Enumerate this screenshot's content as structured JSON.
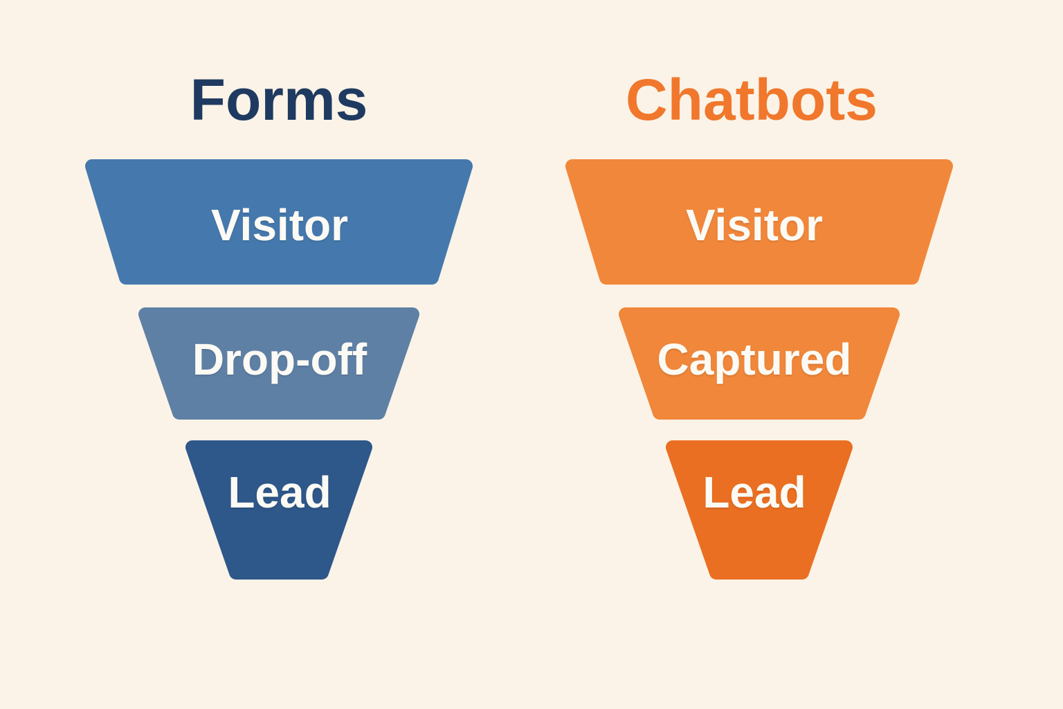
{
  "diagram": {
    "type": "funnel-comparison",
    "background_color": "#fbf3e7",
    "stage_label_color": "#fcfaf4",
    "funnels": [
      {
        "title": "Forms",
        "title_color": "#1f3a60",
        "stages": [
          {
            "label": "Visitor",
            "color": "#4579ad"
          },
          {
            "label": "Drop-off",
            "color": "#5e80a5"
          },
          {
            "label": "Lead",
            "color": "#2e578a"
          }
        ]
      },
      {
        "title": "Chatbots",
        "title_color": "#f0772c",
        "stages": [
          {
            "label": "Visitor",
            "color": "#f1873a"
          },
          {
            "label": "Captured",
            "color": "#f0873a"
          },
          {
            "label": "Lead",
            "color": "#ea6f22"
          }
        ]
      }
    ]
  }
}
